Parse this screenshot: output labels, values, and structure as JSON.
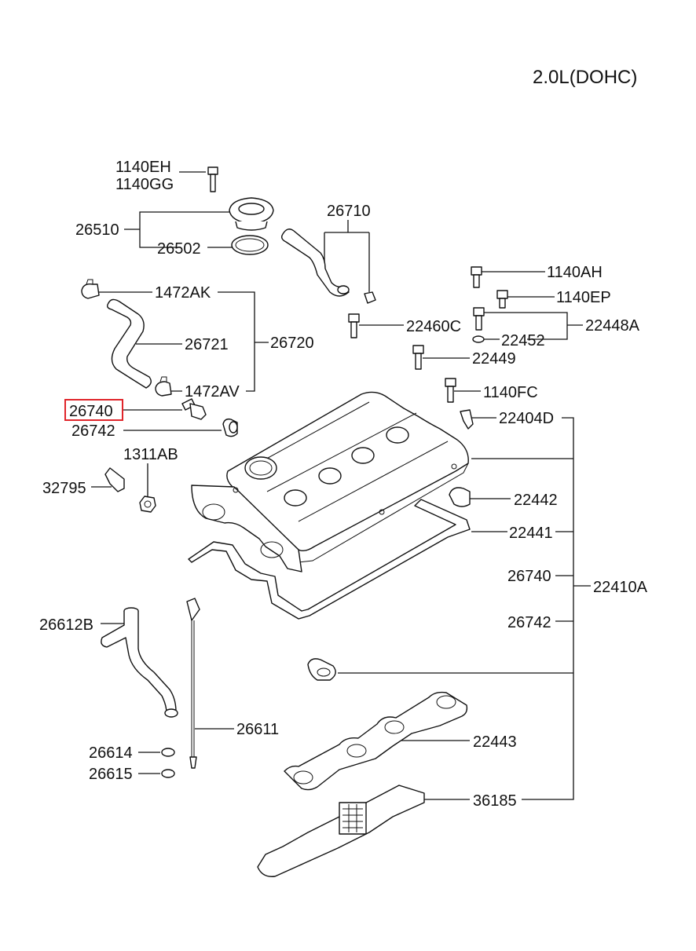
{
  "title": "2.0L(DOHC)",
  "labels": {
    "l_1140eh": "1140EH",
    "l_1140gg": "1140GG",
    "l_26510": "26510",
    "l_26502": "26502",
    "l_26710": "26710",
    "l_1140ah": "1140AH",
    "l_1140ep": "1140EP",
    "l_1472ak": "1472AK",
    "l_22460c": "22460C",
    "l_22448a": "22448A",
    "l_22452": "22452",
    "l_26721": "26721",
    "l_26720": "26720",
    "l_22449": "22449",
    "l_1472av": "1472AV",
    "l_1140fc": "1140FC",
    "l_26740_hl": "26740",
    "l_22404d": "22404D",
    "l_26742_l": "26742",
    "l_1311ab": "1311AB",
    "l_32795": "32795",
    "l_22442": "22442",
    "l_22441": "22441",
    "l_26740_r": "26740",
    "l_22410a": "22410A",
    "l_26612b": "26612B",
    "l_26742_r": "26742",
    "l_26611": "26611",
    "l_22443": "22443",
    "l_26614": "26614",
    "l_26615": "26615",
    "l_36185": "36185"
  },
  "highlight": {
    "part": "26740",
    "color": "#e0252b"
  }
}
